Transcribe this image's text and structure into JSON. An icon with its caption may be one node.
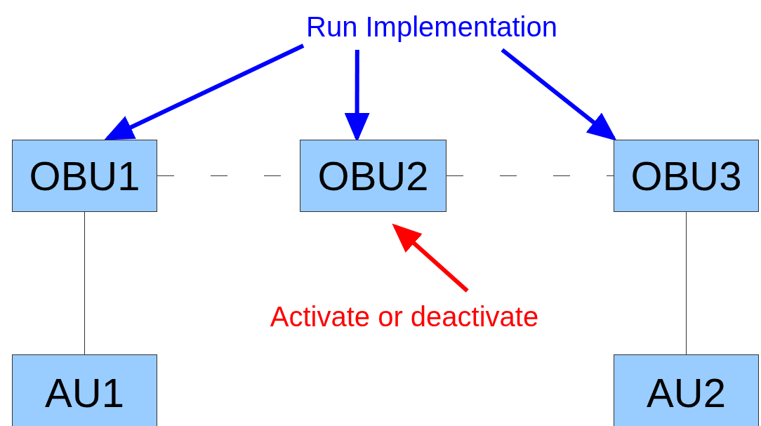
{
  "diagram": {
    "nodes": [
      {
        "text": [
          "Run Implementation"
        ]
      },
      {
        "text": [
          "OBU1"
        ]
      },
      {
        "text": [
          "OBU2"
        ]
      },
      {
        "text": [
          "OBU3"
        ]
      },
      {
        "text": [
          "AU1"
        ]
      },
      {
        "text": [
          "AU2"
        ]
      },
      {
        "text": [
          "Activate or deactivate"
        ]
      }
    ],
    "edges": [
      {
        "from": 0,
        "to": 1,
        "arrow": "to",
        "style": "thick",
        "color": "#0000ff"
      },
      {
        "from": 0,
        "to": 2,
        "arrow": "to",
        "style": "thick",
        "color": "#0000ff"
      },
      {
        "from": 0,
        "to": 3,
        "arrow": "to",
        "style": "thick",
        "color": "#0000ff"
      },
      {
        "from": 1,
        "to": 2,
        "arrow": "none",
        "style": "dashed"
      },
      {
        "from": 2,
        "to": 3,
        "arrow": "none",
        "style": "dashed"
      },
      {
        "from": 1,
        "to": 4,
        "arrow": "none"
      },
      {
        "from": 3,
        "to": 5,
        "arrow": "none"
      },
      {
        "from": 6,
        "to": 2,
        "arrow": "to",
        "style": "thick",
        "color": "#ff0000"
      }
    ]
  }
}
